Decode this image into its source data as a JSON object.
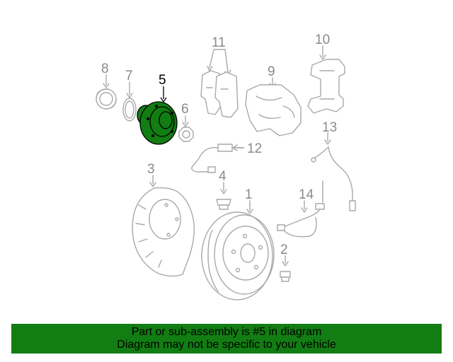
{
  "diagram": {
    "callouts": [
      "1",
      "2",
      "3",
      "4",
      "5",
      "6",
      "7",
      "8",
      "9",
      "10",
      "11",
      "12",
      "13",
      "14"
    ],
    "highlighted_part": "5",
    "highlight_color": "#127d12",
    "line_color": "#a9a9a9"
  },
  "banner": {
    "line1": "Part or sub-assembly is #5 in diagram",
    "line2": "Diagram may not be specific to your vehicle",
    "background": "#127d12"
  }
}
